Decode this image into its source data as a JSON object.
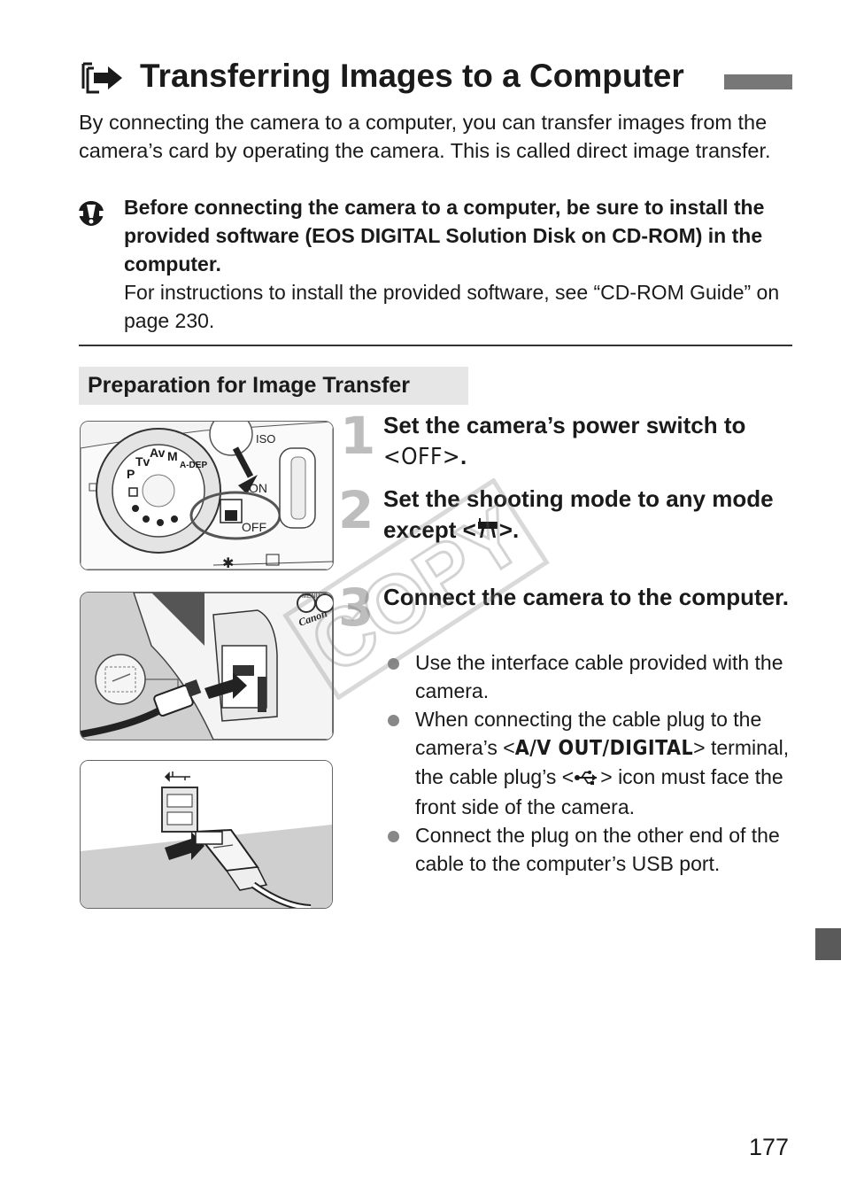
{
  "page": {
    "title": "Transferring Images to a Computer",
    "intro": "By connecting the camera to a computer, you can transfer images from the camera’s card by operating the camera. This is called direct image transfer.",
    "caution_bold": "Before connecting the camera to a computer, be sure to install the provided software (EOS DIGITAL Solution Disk on CD-ROM) in the computer.",
    "caution_note": "For instructions to install the provided software, see “CD-ROM Guide” on page 230.",
    "section_heading": "Preparation for Image Transfer",
    "page_number": "177",
    "watermark": "COPY"
  },
  "steps": [
    {
      "number": "1",
      "text_pre": "Set the camera’s power switch to ",
      "symbol": "<OFF>",
      "text_post": "."
    },
    {
      "number": "2",
      "text_pre": "Set the shooting mode to any mode except <",
      "symbol": "movie-mode-icon",
      "text_post": ">."
    },
    {
      "number": "3",
      "text": "Connect the camera to the computer."
    }
  ],
  "bullets": [
    {
      "text": "Use the interface cable provided with the camera."
    },
    {
      "pre": "When connecting the cable plug to the camera’s <",
      "symbol": "A/V OUT/DIGITAL",
      "mid": "> terminal, the cable plug’s <",
      "icon": "usb-icon",
      "post": "> icon must face the front side of the camera."
    },
    {
      "text": "Connect the plug on the other end of the cable to the computer’s USB port."
    }
  ],
  "figure_labels": {
    "dial": [
      "M",
      "Av",
      "Tv",
      "P",
      "A-DEP"
    ],
    "iso": "ISO",
    "on": "ON",
    "off": "OFF",
    "brand": "Canon",
    "menu": "MENU"
  },
  "colors": {
    "text": "#1a1a1a",
    "step_number": "#bdbdbd",
    "section_bg": "#e6e6e6",
    "title_bar": "#777777",
    "thumb_tab": "#5a5a5a"
  }
}
